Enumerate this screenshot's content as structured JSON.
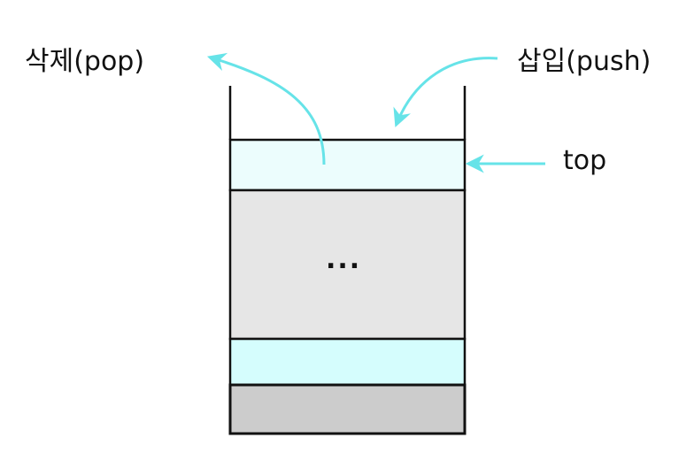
{
  "labels": {
    "pop": "삭제(pop)",
    "push": "삽입(push)",
    "top": "top",
    "ellipsis": "..."
  },
  "stack": {
    "cells": [
      {
        "role": "top-element",
        "color": "#ecfdfd"
      },
      {
        "role": "middle-elements",
        "color": "#e6e6e6"
      },
      {
        "role": "element",
        "color": "#d5fdfd"
      },
      {
        "role": "bottom-element",
        "color": "#cccccc"
      }
    ]
  },
  "colors": {
    "arrow": "#66e3e8",
    "outline": "#111111"
  }
}
